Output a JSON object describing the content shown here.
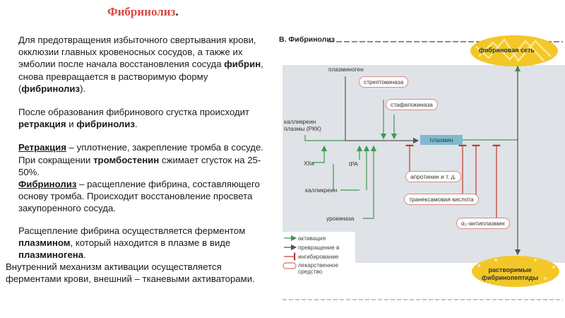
{
  "title": {
    "main": "Фибринолиз",
    "dot": "."
  },
  "bullet_glyph": "",
  "paragraphs": {
    "p1": {
      "t1": "Для предотвращения избыточного свертывания крови, окклюзии главных кровеносных сосудов, а также их эмболии после начала восстановления сосуда ",
      "b1": "фибрин",
      "t2": ", снова превращается в растворимую форму (",
      "b2": "фибринолиз",
      "t3": ")."
    },
    "p2": {
      "t1": "После образования фибринового сгустка происходит ",
      "b1": "ретракция",
      "t2": " и ",
      "b2": "фибринолиз",
      "t3": "."
    },
    "p3": {
      "u1": "Ретракция",
      "t1": " – уплотнение, закрепление тромба в сосуде. При сокращении ",
      "b1": "тромбостенин",
      "t2": " сжимает сгусток на 25-50%."
    },
    "p4": {
      "u1": "Фибринолиз",
      "t1": " – расщепление фибрина, составляющего основу тромба. Происходит восстановление просвета закупоренного сосуда."
    },
    "p5": {
      "t1": "Расщепление фибрина осуществляется ферментом ",
      "b1": "плазмином",
      "t2": ", который находится в плазме в виде ",
      "b2": "плазминогена",
      "t3": "."
    },
    "p6": "Внутренний механизм активации осуществляется ферментами крови, внешний – тканевыми активаторами."
  },
  "diagram": {
    "header": "B. Фибринолиз",
    "plasminogen": "плазминоген",
    "streptokinase": "стрептокиназа",
    "staphylokinase": "стафилокиназа",
    "kallikrein_plasma": "калликреин\nплазмы (РКК)",
    "plasmin": "плазмин",
    "xiia": "XIIa",
    "tpa": "tPA",
    "kallikrein": "калликреин",
    "aprotinin": "апротинин и т. д.",
    "tranexamic": "транексамовая кислота",
    "urokinase": "урокиназа",
    "antiplasmin": "α₂-антиплазмин",
    "fibrin_net": "фибриновая сеть",
    "peptides": "растворимые\nфибринопептиды",
    "legend": {
      "activation": "активация",
      "conversion": "превращение в",
      "inhibition": "ингибирование",
      "drug": "лекарственное\nсредство"
    },
    "colors": {
      "activation": "#3d9a55",
      "conversion": "#555555",
      "inhibition": "#c0392b",
      "drug_border": "#d58b82",
      "plasmin_box": "#7fb9ce",
      "panel": "#dfe2e6",
      "ellipse": "#f3c727"
    }
  }
}
